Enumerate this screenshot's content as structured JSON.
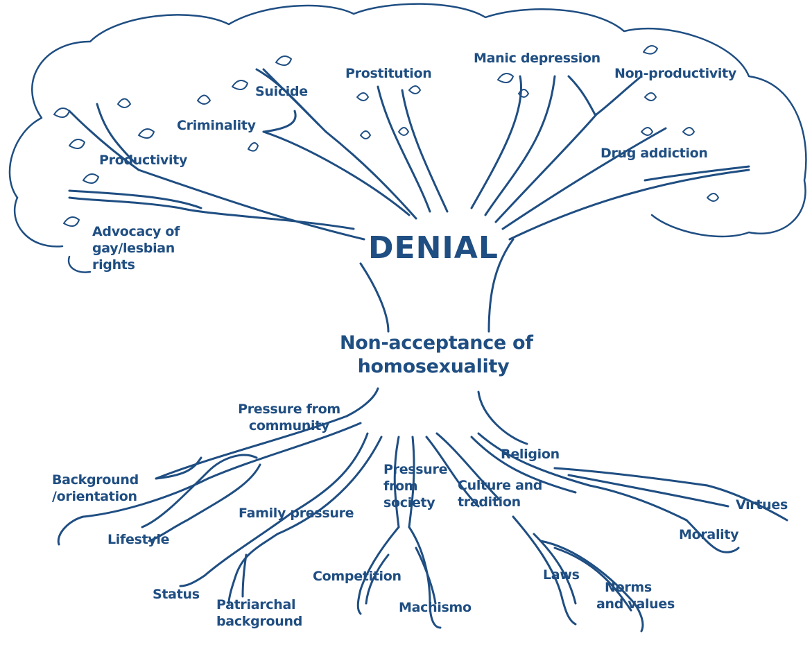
{
  "colors": {
    "ink": "#1f4e82",
    "background": "#ffffff"
  },
  "center": {
    "title": "DENIAL"
  },
  "core": {
    "line1": "Non-acceptance of",
    "line2": "homosexuality"
  },
  "branches": {
    "productivity": "Productivity",
    "advocacy": [
      "Advocacy of",
      "gay/lesbian",
      "rights"
    ],
    "criminality": "Criminality",
    "suicide": "Suicide",
    "prostitution": "Prostitution",
    "manic_depression": "Manic depression",
    "non_productivity": "Non-productivity",
    "drug_addiction": "Drug addiction"
  },
  "roots": {
    "pressure_community": [
      "Pressure from",
      "community"
    ],
    "background": [
      "Background",
      "/orientation"
    ],
    "lifestyle": "Lifestyle",
    "family_pressure": "Family pressure",
    "status": "Status",
    "patriarchal": [
      "Patriarchal",
      "background"
    ],
    "pressure_society": [
      "Pressure",
      "from",
      "society"
    ],
    "competition": "Competition",
    "machismo": "Machismo",
    "culture": [
      "Culture and",
      "tradition"
    ],
    "laws": "Laws",
    "norms": [
      "Norms",
      "and values"
    ],
    "religion": "Religion",
    "virtues": "Virtues",
    "morality": "Morality"
  }
}
